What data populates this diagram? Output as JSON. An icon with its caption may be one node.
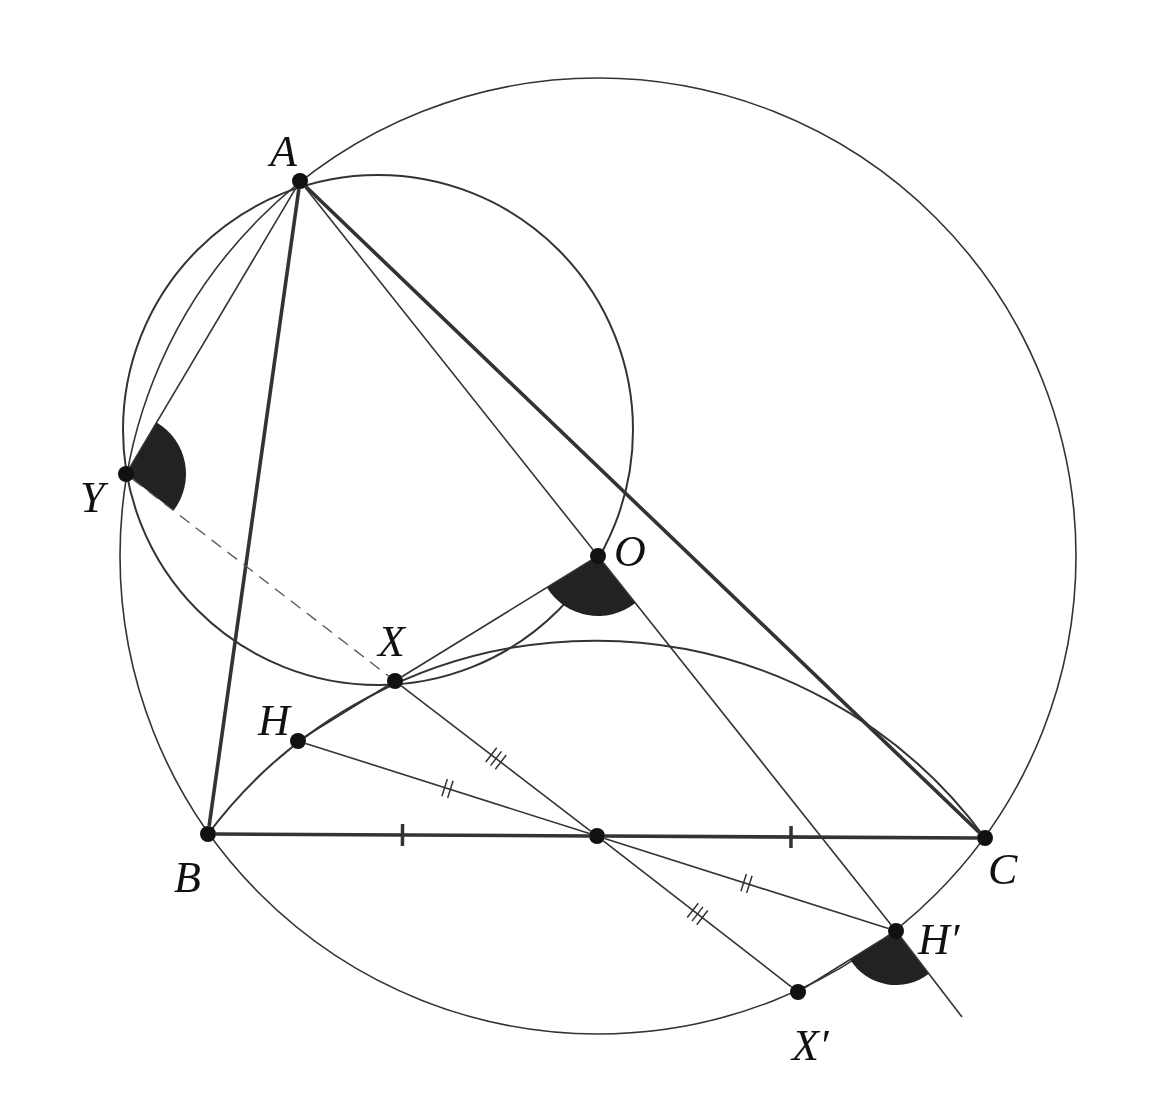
{
  "diagram": {
    "nodes": [
      {
        "text": [
          "A"
        ]
      },
      {
        "text": [
          "Y"
        ]
      },
      {
        "text": [
          "O"
        ]
      },
      {
        "text": [
          "X"
        ]
      },
      {
        "text": [
          "H"
        ]
      },
      {
        "text": [
          "B"
        ]
      },
      {
        "text": [],
        "shape": "circle"
      },
      {
        "text": [
          "C"
        ]
      },
      {
        "text": [
          "H′"
        ]
      },
      {
        "text": [
          "X′"
        ]
      }
    ],
    "edges": [
      {
        "from": 0,
        "to": 5,
        "arrow": "none",
        "style": "thick"
      },
      {
        "from": 0,
        "to": 7,
        "arrow": "none",
        "style": "thick"
      },
      {
        "from": 5,
        "to": 6,
        "arrow": "none",
        "style": "thick"
      },
      {
        "from": 6,
        "to": 7,
        "arrow": "none",
        "style": "thick"
      },
      {
        "from": 0,
        "to": 1,
        "arrow": "none"
      },
      {
        "from": 0,
        "to": 2,
        "arrow": "none"
      },
      {
        "from": 1,
        "to": 3,
        "arrow": "none",
        "style": "dashed"
      },
      {
        "from": 2,
        "to": 3,
        "arrow": "none"
      },
      {
        "from": 3,
        "to": 4,
        "arrow": "none"
      },
      {
        "from": 3,
        "to": 6,
        "arrow": "none"
      },
      {
        "from": 6,
        "to": 9,
        "arrow": "none"
      },
      {
        "from": 4,
        "to": 6,
        "arrow": "none"
      },
      {
        "from": 6,
        "to": 8,
        "arrow": "none"
      },
      {
        "from": 2,
        "to": 8,
        "arrow": "none"
      },
      {
        "from": 8,
        "to": null,
        "arrow": "none"
      },
      {
        "from": 9,
        "to": 8,
        "arrow": "none"
      }
    ]
  }
}
